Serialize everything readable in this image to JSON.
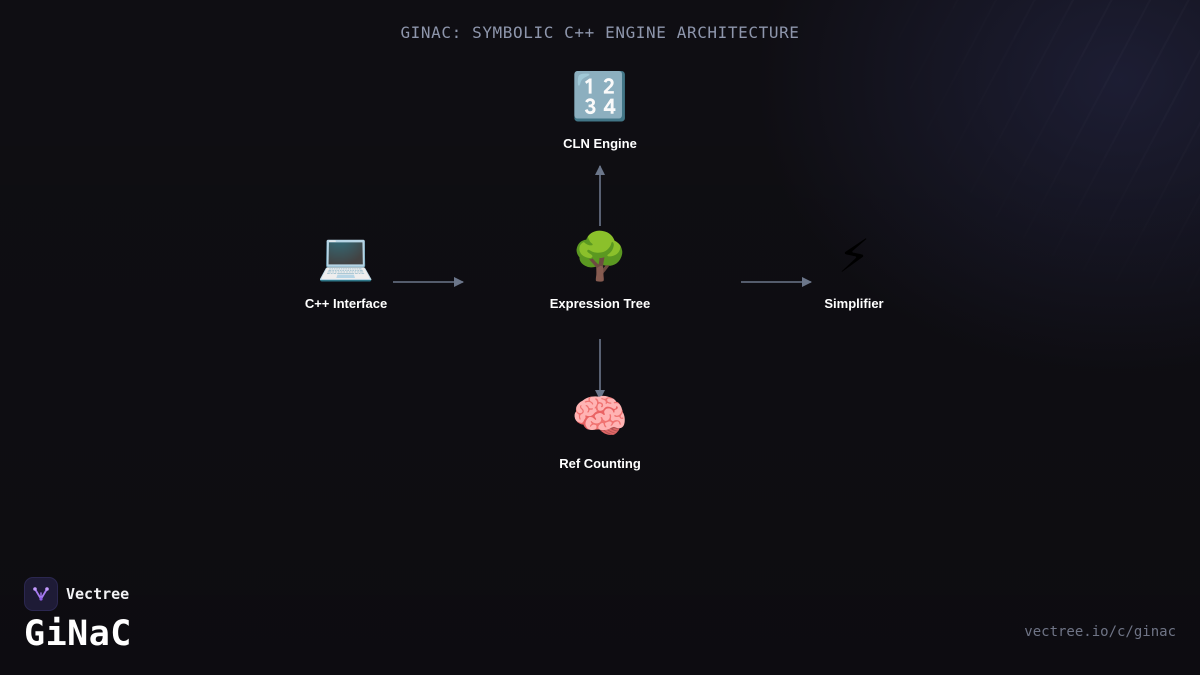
{
  "title": "GINAC: SYMBOLIC C++ ENGINE ARCHITECTURE",
  "colors": {
    "background": "#0f0e13",
    "edge": "#6b768a",
    "label": "#ffffff",
    "title": "#8e96ac",
    "brand_accent": "#a77bf3"
  },
  "nodes": {
    "cln": {
      "icon": "🔢",
      "icon_name": "numbers-icon",
      "label": "CLN Engine"
    },
    "expression_tree": {
      "icon": "🌳",
      "icon_name": "tree-icon",
      "label": "Expression Tree"
    },
    "cpp_interface": {
      "icon": "💻",
      "icon_name": "laptop-icon",
      "label": "C++ Interface"
    },
    "simplifier": {
      "icon": "⚡",
      "icon_name": "lightning-icon",
      "label": "Simplifier"
    },
    "ref_counting": {
      "icon": "🧠",
      "icon_name": "brain-icon",
      "label": "Ref Counting"
    }
  },
  "edges": [
    {
      "from": "C++ Interface",
      "to": "Expression Tree"
    },
    {
      "from": "Expression Tree",
      "to": "CLN Engine"
    },
    {
      "from": "Expression Tree",
      "to": "Simplifier"
    },
    {
      "from": "Expression Tree",
      "to": "Ref Counting"
    }
  ],
  "footer": {
    "brand": "Vectree",
    "product": "GiNaC",
    "url": "vectree.io/c/ginac"
  }
}
